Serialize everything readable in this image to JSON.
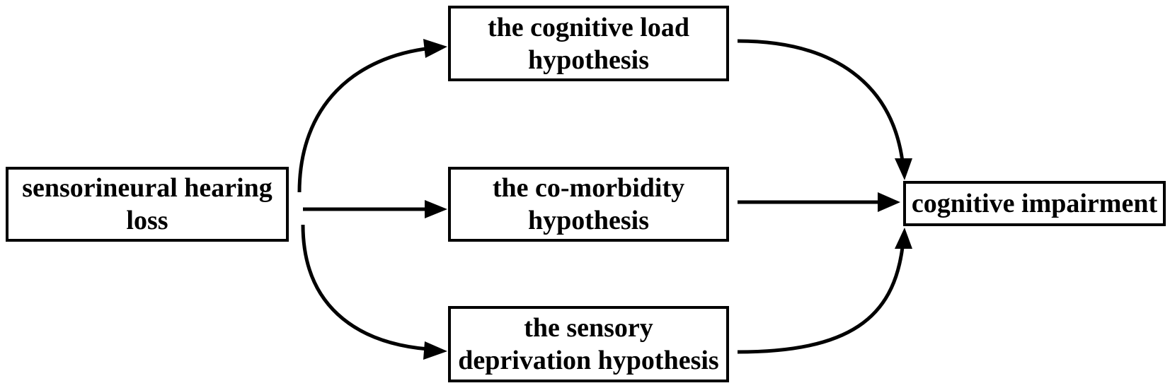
{
  "nodes": {
    "source": {
      "line1": "sensorineural hearing",
      "line2": "loss"
    },
    "load": {
      "line1": "the cognitive load",
      "line2": "hypothesis"
    },
    "comorbidity": {
      "line1": "the co-morbidity",
      "line2": "hypothesis"
    },
    "sensory": {
      "line1": "the sensory",
      "line2": "deprivation hypothesis"
    },
    "target": {
      "label": "cognitive impairment"
    }
  },
  "edges": [
    {
      "from": "source",
      "to": "load"
    },
    {
      "from": "source",
      "to": "comorbidity"
    },
    {
      "from": "source",
      "to": "sensory"
    },
    {
      "from": "load",
      "to": "target"
    },
    {
      "from": "comorbidity",
      "to": "target"
    },
    {
      "from": "sensory",
      "to": "target"
    }
  ]
}
